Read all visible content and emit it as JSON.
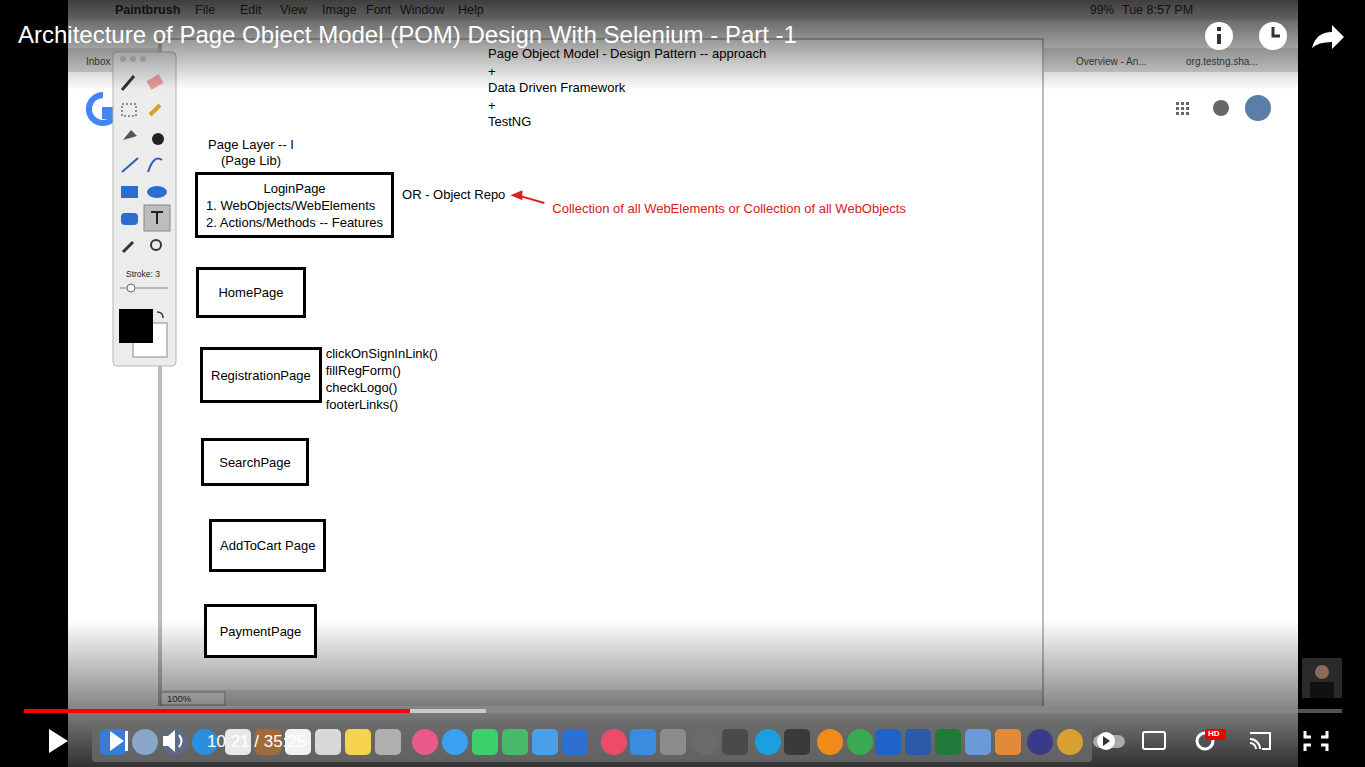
{
  "diagram": {
    "title": "Architecture of Page Object Model (POM) Design With Selenium - Part -1",
    "nodes": [
      {
        "text": [
          "LoginPage",
          "1. WebObjects/WebElements",
          "2. Actions/Methods -- Features"
        ]
      },
      {
        "text": [
          "HomePage"
        ]
      },
      {
        "text": [
          "RegistrationPage"
        ]
      },
      {
        "text": [
          "SearchPage"
        ]
      },
      {
        "text": [
          "AddToCart Page"
        ]
      },
      {
        "text": [
          "PaymentPage"
        ]
      }
    ],
    "labels": [
      "Paintbrush",
      "File",
      "Edit",
      "View",
      "Image",
      "Font",
      "Window",
      "Help",
      "99%",
      "Tue 8:57 PM",
      "Inbox",
      "Overview - An...",
      "org.testng.sha...",
      "Page Object Model - Design Pattern -- approach",
      "+",
      "Data Driven Framework",
      "+",
      "TestNG",
      "Page Layer -- I (Page Lib)",
      "OR - Object Repo",
      "Collection of all WebElements or Collection of all WebObjects",
      "clickOnSignInLink()",
      "fillRegForm()",
      "checkLogo()",
      "footerLinks()",
      "Stroke: 3",
      "100%",
      "10:21 / 35:25",
      "HD"
    ]
  }
}
